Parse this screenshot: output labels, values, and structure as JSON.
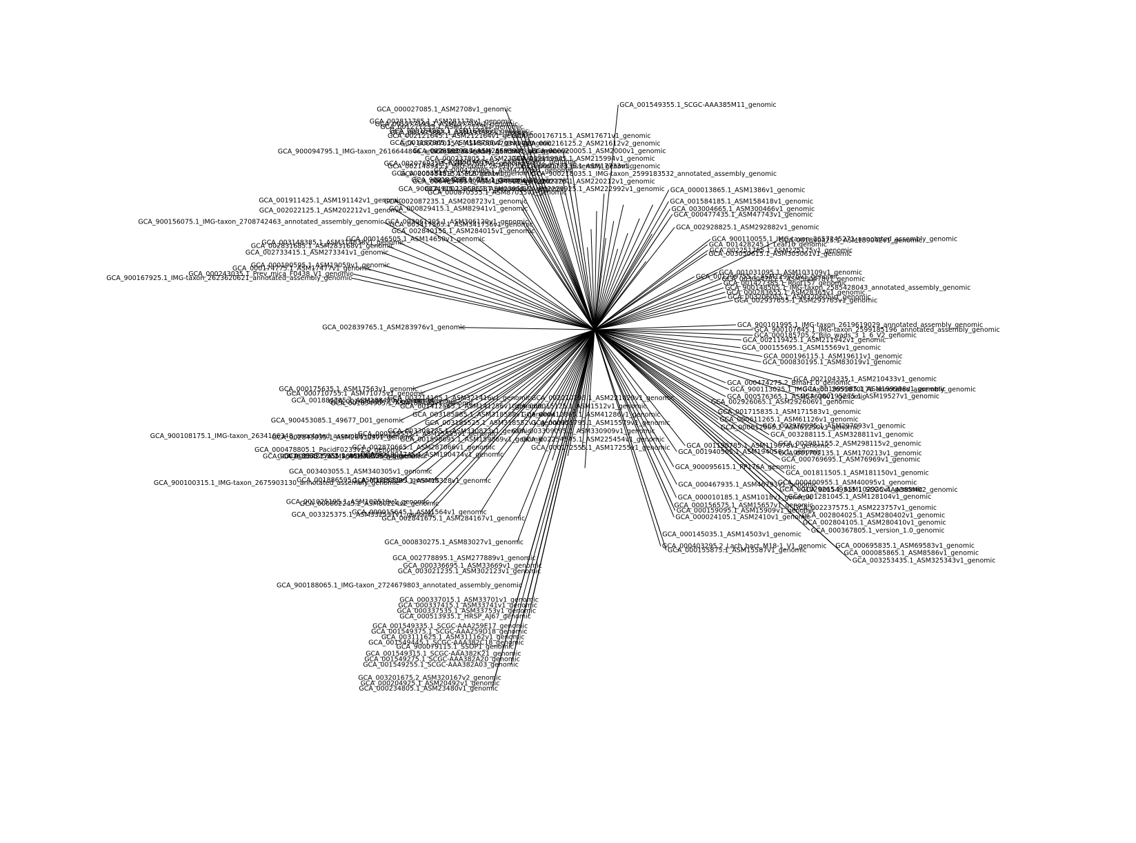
{
  "tree": {
    "type": "unrooted-phylogenetic-tree",
    "line_color": "#000000",
    "background": "#ffffff",
    "leaves": [
      {
        "label": "GCA_001549355.1_SCGC-AAA385M11_genomic",
        "angle": -84,
        "dist": 400
      },
      {
        "label": "GCA_000027085.1_ASM2708v1_genomic",
        "angle": -112,
        "dist": 420
      },
      {
        "label": "GCA_002811785.1_ASM281178v1_genomic",
        "angle": -113,
        "dist": 400
      },
      {
        "label": "GCA_001277195.1_ASM127719v1_genomic",
        "angle": -112,
        "dist": 392
      },
      {
        "label": "GCA_001277235.1_ASM127723v1_genomic",
        "angle": -111,
        "dist": 384
      },
      {
        "label": "GCA_000164865.1_ASM16486v1_genomic",
        "angle": -110,
        "dist": 374
      },
      {
        "label": "GCA_001975865.1_ASM197586v1_genomic",
        "angle": -109,
        "dist": 368
      },
      {
        "label": "GCA_001187865.1_ASM118786v1_genomic",
        "angle": -110,
        "dist": 352
      },
      {
        "label": "GCA_900094795.1_IMG-taxon_2616644846_annotated_assembly_genomic",
        "angle": -112,
        "dist": 340
      },
      {
        "label": "GCA_002076935.1_ASM207693v1_genomic",
        "angle": -114,
        "dist": 322
      },
      {
        "label": "GCA_000347635.1_ASM34763v1_genomic",
        "angle": -100,
        "dist": 320
      },
      {
        "label": "GCA_000146165.2_ASM14616v2_genomic",
        "angle": -98,
        "dist": 300
      },
      {
        "label": "GCA_002055515.1_ASM205551v1_genomic",
        "angle": -113,
        "dist": 300
      },
      {
        "label": "GCA_900184295.1_Chr_1_genomic",
        "angle": -115,
        "dist": 292
      },
      {
        "label": "GCA_000422085.1_ASM42208v1_genomic",
        "angle": -100,
        "dist": 286
      },
      {
        "label": "GCA_900074915.1_PCPL58T_genomic",
        "angle": -118,
        "dist": 282
      },
      {
        "label": "GCA_900166965.1_GenomeID1_genomic",
        "angle": -102,
        "dist": 270
      },
      {
        "label": "GCA_002087235.1_ASM208723v1_genomic",
        "angle": -120,
        "dist": 262
      },
      {
        "label": "GCA_000829415.1_ASM82941v1_genomic",
        "angle": -121,
        "dist": 250
      },
      {
        "label": "GCA_000870555.1_ASM87055v1_genomic",
        "angle": -104,
        "dist": 250
      },
      {
        "label": "GCA_003061205.1_ASM306120v1_genomic",
        "angle": -124,
        "dist": 230
      },
      {
        "label": "GCA_003417565.1_ASM341756v1_genomic",
        "angle": -123,
        "dist": 222
      },
      {
        "label": "GCA_002840155.1_ASM284015v1_genomic",
        "angle": -124,
        "dist": 210
      },
      {
        "label": "GCA_001911425.1_ASM191142v1_genomic",
        "angle": -147,
        "dist": 420
      },
      {
        "label": "GCA_002022125.1_ASM202212v1_genomic",
        "angle": -149,
        "dist": 410
      },
      {
        "label": "GCA_900156075.1_IMG-taxon_2708742463_annotated_assembly_genomic",
        "angle": -153,
        "dist": 420
      },
      {
        "label": "GCA_000146505.1_ASM14650v1_genomic",
        "angle": -142,
        "dist": 260
      },
      {
        "label": "GCA_003148385.1_ASM314838v1_genomic",
        "angle": -156,
        "dist": 380
      },
      {
        "label": "GCA_002831685.1_ASM283168v1_genomic",
        "angle": -158,
        "dist": 395
      },
      {
        "label": "GCA_002733415.1_ASM273341v1_genomic",
        "angle": -160,
        "dist": 400
      },
      {
        "label": "GCA_000190595.1_ASM19059v1_genomic",
        "angle": -163,
        "dist": 390
      },
      {
        "label": "GCA_000174775.1_ASM17477v1_genomic",
        "angle": -165,
        "dist": 420
      },
      {
        "label": "GCA_000243035.1_Prev_mica_F0438_V1_genomic",
        "angle": -167,
        "dist": 440
      },
      {
        "label": "GCA_900167925.1_IMG-taxon_2623620621_annotated_assembly_genomic",
        "angle": -168,
        "dist": 440
      },
      {
        "label": "GCA_002839765.1_ASM283976v1_genomic",
        "angle": -179,
        "dist": 240
      },
      {
        "label": "GCA_000013865.1_ASM1386v1_genomic",
        "angle": -62,
        "dist": 280
      },
      {
        "label": "GCA_001584185.1_ASM158418v1_genomic",
        "angle": -60,
        "dist": 262
      },
      {
        "label": "GCA_003004665.1_ASM300466v1_genomic",
        "angle": -58,
        "dist": 252
      },
      {
        "label": "GCA_000477435.1_ASM47743v1_genomic",
        "angle": -56,
        "dist": 246
      },
      {
        "label": "GCA_002928825.1_ASM292882v1_genomic",
        "angle": -52,
        "dist": 230
      },
      {
        "label": "GCA_900110055.1_IMG-taxon_2657245271_annotated_assembly_genomic",
        "angle": -38,
        "dist": 260
      },
      {
        "label": "GCA_001428245.1_Leaf10_genomic",
        "angle": -37,
        "dist": 250
      },
      {
        "label": "GCA_002251755.1_ASM225175v1_genomic",
        "angle": -35,
        "dist": 245
      },
      {
        "label": "GCA_003050615.1_ASM305061v1_genomic",
        "angle": -34,
        "dist": 240
      },
      {
        "label": "GCA_001890425.1_ASM189042v1_genomic",
        "angle": -26,
        "dist": 360
      },
      {
        "label": "GCA_001299755.1_ASM129975v1_genomic",
        "angle": -28,
        "dist": 200
      },
      {
        "label": "GCA_001031095.1_ASM103109v1_genomic",
        "angle": -25,
        "dist": 240
      },
      {
        "label": "GCA_003004785.1_ASM300478v1_genomic",
        "angle": -22,
        "dist": 240
      },
      {
        "label": "GCA_001427385.1_Root157_genomic",
        "angle": -20,
        "dist": 240
      },
      {
        "label": "GCA_900148505.1_IMG-taxon_2585428043_annotated_assembly_genomic",
        "angle": -18,
        "dist": 240
      },
      {
        "label": "GCA_000283655.1_ASM28365v1_genomic",
        "angle": -16,
        "dist": 240
      },
      {
        "label": "GCA_003206055.1_ASM320605v1_genomic",
        "angle": -14,
        "dist": 240
      },
      {
        "label": "GCA_002937655.1_ASM293765v1_genomic",
        "angle": -12,
        "dist": 250
      },
      {
        "label": "GCA_900101995.1_IMG-taxon_2619619029_annotated_assembly_genomic",
        "angle": -2,
        "dist": 250
      },
      {
        "label": "GCA_900107645.1_IMG-taxon_2599185196_annotated_assembly_genomic",
        "angle": 0,
        "dist": 280
      },
      {
        "label": "GCA_000185705.2_Bilo_wads_3_1_6_V2_genomic",
        "angle": 2,
        "dist": 280
      },
      {
        "label": "GCA_002119425.1_ASM211942v1_genomic",
        "angle": 4,
        "dist": 260
      },
      {
        "label": "GCA_000155695.1_ASM15569v1_genomic",
        "angle": 7,
        "dist": 260
      },
      {
        "label": "GCA_000196115.1_ASM19611v1_genomic",
        "angle": 9,
        "dist": 300
      },
      {
        "label": "GCA_000830195.1_ASM83019v1_genomic",
        "angle": 11,
        "dist": 300
      },
      {
        "label": "GCA_002104335.1_ASM210433v1_genomic",
        "angle": 14,
        "dist": 360
      },
      {
        "label": "GCA_001999985.1_ASM199998v1_genomic",
        "angle": 16,
        "dist": 380
      },
      {
        "label": "GCA_000195275.1_ASM19527v1_genomic",
        "angle": 18,
        "dist": 380
      },
      {
        "label": "GCA_000474275.2_Bmar1.0_genomic",
        "angle": 22,
        "dist": 250
      },
      {
        "label": "GCA_900113025.1_IMG-taxon_2651870176_annotated_assembly_genomic",
        "angle": 24,
        "dist": 260
      },
      {
        "label": "GCA_000576365.1_ASM57636v1_genomic",
        "angle": 27,
        "dist": 260
      },
      {
        "label": "GCA_002926065.1_ASM292606v1_genomic",
        "angle": 32,
        "dist": 240
      },
      {
        "label": "GCA_001715835.1_ASM171583v1_genomic",
        "angle": 34,
        "dist": 260
      },
      {
        "label": "GCA_002970935.1_ASM297093v1_genomic",
        "angle": 30,
        "dist": 340
      },
      {
        "label": "GCA_003288115.1_ASM328811v1_genomic",
        "angle": 31,
        "dist": 360
      },
      {
        "label": "GCA_000611265.1_ASM61126v1_genomic",
        "angle": 36,
        "dist": 270
      },
      {
        "label": "GCA_000612505.1_ASM61250v1_genomic",
        "angle": 38,
        "dist": 280
      },
      {
        "label": "GCA_002981155.2_ASM298115v2_genomic",
        "angle": 32,
        "dist": 380
      },
      {
        "label": "GCA_001702135.1_ASM170213v1_genomic",
        "angle": 34,
        "dist": 390
      },
      {
        "label": "GCA_000769695.1_ASM76969v1_genomic",
        "angle": 35,
        "dist": 400
      },
      {
        "label": "GCA_001811505.1_ASM181150v1_genomic",
        "angle": 37,
        "dist": 420
      },
      {
        "label": "GCA_001549515.1_SCGC-AAA385M02_genomic",
        "angle": 38,
        "dist": 460
      },
      {
        "label": "GCA_000400955.1_ASM40095v1_genomic",
        "angle": 40,
        "dist": 420
      },
      {
        "label": "GCA_001029265.1_ASM102926v1_genomic",
        "angle": 41,
        "dist": 430
      },
      {
        "label": "GCA_001281045.1_ASM128104v1_genomic",
        "angle": 41,
        "dist": 450
      },
      {
        "label": "GCA_002237575.1_ASM223757v1_genomic",
        "angle": 42,
        "dist": 470
      },
      {
        "label": "GCA_002804025.1_ASM280402v1_genomic",
        "angle": 42,
        "dist": 490
      },
      {
        "label": "GCA_002804105.1_ASM280410v1_genomic",
        "angle": 43,
        "dist": 500
      },
      {
        "label": "GCA_000367805.1_version_1.0_genomic",
        "angle": 43,
        "dist": 520
      },
      {
        "label": "GCA_000695835.1_ASM69583v1_genomic",
        "angle": 42,
        "dist": 570
      },
      {
        "label": "GCA_000085865.1_ASM8586v1_genomic",
        "angle": 42,
        "dist": 590
      },
      {
        "label": "GCA_003253435.1_ASM325343v1_genomic",
        "angle": 42,
        "dist": 610
      },
      {
        "label": "GCA_001190785.1_ASM119078v1_genomic",
        "angle": 52,
        "dist": 260
      },
      {
        "label": "GCA_001940565.1_ASM194056v1_genomic",
        "angle": 56,
        "dist": 260
      },
      {
        "label": "GCA_900095615.1_PP176A_genomic",
        "angle": 60,
        "dist": 280
      },
      {
        "label": "GCA_000467935.1_ASM46793v1_genomic",
        "angle": 62,
        "dist": 310
      },
      {
        "label": "GCA_000010185.1_ASM1018v1_genomic",
        "angle": 64,
        "dist": 330
      },
      {
        "label": "GCA_000156575.1_ASM15657v1_genomic",
        "angle": 66,
        "dist": 340
      },
      {
        "label": "GCA_000159095.1_ASM15909v1_genomic",
        "angle": 66,
        "dist": 350
      },
      {
        "label": "GCA_000024105.1_ASM2410v1_genomic",
        "angle": 67,
        "dist": 360
      },
      {
        "label": "GCA_000145035.1_ASM14503v1_genomic",
        "angle": 72,
        "dist": 380
      },
      {
        "label": "GCA_000403295.2_Lach_bact_M18-1_V1_genomic",
        "angle": 73,
        "dist": 400
      },
      {
        "label": "GCA_000155875.1_ASM15587v1_genomic",
        "angle": 72,
        "dist": 410
      },
      {
        "label": "GCA_000175635.1_ASM17563v1_genomic",
        "angle": 162,
        "dist": 340
      },
      {
        "label": "GCA_000710755.1_ASM71075v1_genomic",
        "angle": 160,
        "dist": 330
      },
      {
        "label": "GCA_001884705.1_ASM188470v1_genomic",
        "angle": 157,
        "dist": 320
      },
      {
        "label": "GCA_900453085.1_49677_D01_genomic",
        "angle": 155,
        "dist": 380
      },
      {
        "label": "GCA_001426435.1_Root1480_genomic",
        "angle": 153,
        "dist": 280
      },
      {
        "label": "GCA_001854905.1_ASM185490v1_genomic",
        "angle": 150,
        "dist": 260
      },
      {
        "label": "GCA_900108175.1_IMG-taxon_2634166348_annotated_assembly_genomic",
        "angle": 152,
        "dist": 400
      },
      {
        "label": "GCA_002843035.1_ASM284303v1_genomic",
        "angle": 150,
        "dist": 380
      },
      {
        "label": "GCA_000478805.1_PacidF0233v2.0_genomic",
        "angle": 148,
        "dist": 400
      },
      {
        "label": "GCA_900163565.1_ASM90016356v1_genomic",
        "angle": 146,
        "dist": 400
      },
      {
        "label": "GCA_001542775.1_ASM154277v1_genomic",
        "angle": 145,
        "dist": 390
      },
      {
        "label": "GCA_003325955.1_ASM332595v1_genomic",
        "angle": 144,
        "dist": 380
      },
      {
        "label": "GCA_900100315.1_IMG-taxon_2675903130_annotated_assembly_genomic",
        "angle": 142,
        "dist": 440
      },
      {
        "label": "GCA_003403055.1_ASM340305v1_genomic",
        "angle": 140,
        "dist": 390
      },
      {
        "label": "GCA_001886595.1_ASM188659v1_genomic",
        "angle": 137,
        "dist": 390
      },
      {
        "label": "GCA_001025195.1_ASM102519v1_genomic",
        "angle": 135,
        "dist": 430
      },
      {
        "label": "GCA_000802245.2_ASM80224v2_genomic",
        "angle": 133,
        "dist": 420
      },
      {
        "label": "GCA_003325375.1_ASM332537v1_genomic",
        "angle": 132,
        "dist": 440
      },
      {
        "label": "GCA_000015645.1_ASM1564v1_genomic",
        "angle": 122,
        "dist": 380
      },
      {
        "label": "GCA_000155555.1_ASM15555v1_genomic",
        "angle": 135,
        "dist": 260
      },
      {
        "label": "GCA_002870665.1_ASM287066v1_genomic",
        "angle": 132,
        "dist": 280
      },
      {
        "label": "GCA_001904745.1_ASM190474v1_genomic",
        "angle": 128,
        "dist": 280
      },
      {
        "label": "GCA_000153285.1_ASM15328v1_genomic",
        "angle": 126,
        "dist": 330
      },
      {
        "label": "GCA_002841675.1_ASM284167v1_genomic",
        "angle": 112,
        "dist": 360
      },
      {
        "label": "GCA_000830275.1_ASM83027v1_genomic",
        "angle": 110,
        "dist": 400
      },
      {
        "label": "GCA_002778895.1_ASM277889v1_genomic",
        "angle": 106,
        "dist": 420
      },
      {
        "label": "GCA_000336695.1_ASM33669v1_genomic",
        "angle": 104,
        "dist": 430
      },
      {
        "label": "GCA_003021235.1_ASM302123v1_genomic",
        "angle": 104,
        "dist": 440
      },
      {
        "label": "GCA_900188065.1_IMG-taxon_2724679803_annotated_assembly_genomic",
        "angle": 106,
        "dist": 470
      },
      {
        "label": "GCA_000337015.1_ASM33701v1_genomic",
        "angle": 103,
        "dist": 490
      },
      {
        "label": "GCA_000337415.1_ASM33741v1_genomic",
        "angle": 103,
        "dist": 500
      },
      {
        "label": "GCA_000337535.1_ASM33753v1_genomic",
        "angle": 103,
        "dist": 510
      },
      {
        "label": "GCA_000513935.1_HRSP_AJ67_genomic",
        "angle": 103,
        "dist": 520
      },
      {
        "label": "GCA_001549335.1_SCGC-AAA259E17_genomic",
        "angle": 104,
        "dist": 540
      },
      {
        "label": "GCA_001549375.1_SCGC-AAA259D18_genomic",
        "angle": 104,
        "dist": 550
      },
      {
        "label": "GCA_003111625.1_ASM311162v1_genomic",
        "angle": 104,
        "dist": 560
      },
      {
        "label": "GCA_001549445.1_SCGC-AAA382C18_genomic",
        "angle": 104,
        "dist": 570
      },
      {
        "label": "GCA_900079115.1_SSOP1_genomic",
        "angle": 105,
        "dist": 580
      },
      {
        "label": "GCA_001549315.1_SCGC-AAA382K21_genomic",
        "angle": 104,
        "dist": 590
      },
      {
        "label": "GCA_001549275.1_SCGC-AAA382A20_genomic",
        "angle": 104,
        "dist": 600
      },
      {
        "label": "GCA_001549255.1_SCGC-AAA382A03_genomic",
        "angle": 104,
        "dist": 610
      },
      {
        "label": "GCA_003201675.2_ASM320167v2_genomic",
        "angle": 106,
        "dist": 640
      },
      {
        "label": "GCA_000204925.1_ASM20492v1_genomic",
        "angle": 106,
        "dist": 650
      },
      {
        "label": "GCA_000234805.1_ASM23480v1_genomic",
        "angle": 106,
        "dist": 660
      }
    ],
    "overlay_labels": [
      {
        "label": "GCA_000176715.1_ASM17671v1_genomic"
      },
      {
        "label": "GCA_002121645.1_ASM212164v1_genomic"
      },
      {
        "label": "GCA_000216125.2_ASM21612v2_genomic"
      },
      {
        "label": "GCA_900047035.1_ASM90004703v1_genomic"
      },
      {
        "label": "GCA_000020005.1_ASM2000v1_genomic"
      },
      {
        "label": "GCA_002859395.1_ASM285939v1_genomic"
      },
      {
        "label": "GCA_002159945.1_ASM215994v1_genomic"
      },
      {
        "label": "GCA_000237805.1_ASM23780v1_genomic"
      },
      {
        "label": "GCA_000177335.1_ASM17733v1_genomic"
      },
      {
        "label": "GCA_002148945.1_IMG-taxon_2675903067_annotated_assembly_genomic"
      },
      {
        "label": "GCA_900218035.1_IMG-taxon_2599183532_annotated_assembly_genomic"
      },
      {
        "label": "GCA_000484815.1_EL8_genomic"
      },
      {
        "label": "GCA_002202125.1_ASM220212v1_genomic"
      },
      {
        "label": "GCA_000483485.1_ASM48348v1_genomic"
      },
      {
        "label": "GCA_002229925.1_ASM222992v1_genomic"
      },
      {
        "label": "GCA_000239595.1_ASM23959v1_genomic"
      },
      {
        "label": "GCA_002210295.1_ASM221029v1_genomic"
      },
      {
        "label": "GCA_003214165.1_ASM321416v1_genomic"
      },
      {
        "label": "GCA_000015125.1_ASM1512v1_genomic"
      },
      {
        "label": "GCA_001412565.1_ASM141256v1_genomic"
      },
      {
        "label": "GCA_000412865.1_ASM41286v1_genomic"
      },
      {
        "label": "GCA_003185885.1_ASM318588v1_genomic"
      },
      {
        "label": "GCA_000155795.1_ASM15579v1_genomic"
      },
      {
        "label": "GCA_003185525.1_ASM318552v1_genomic"
      },
      {
        "label": "GCA_003309095.1_ASM330909v1_genomic"
      },
      {
        "label": "GCA_003308735.1_ASM330873v1_genomic"
      },
      {
        "label": "GCA_002254545.1_ASM225454v1_genomic"
      },
      {
        "label": "GCA_001598695.1_ASM159869v1_genomic"
      },
      {
        "label": "GCA_000172555.1_ASM17255v1_genomic"
      }
    ]
  }
}
